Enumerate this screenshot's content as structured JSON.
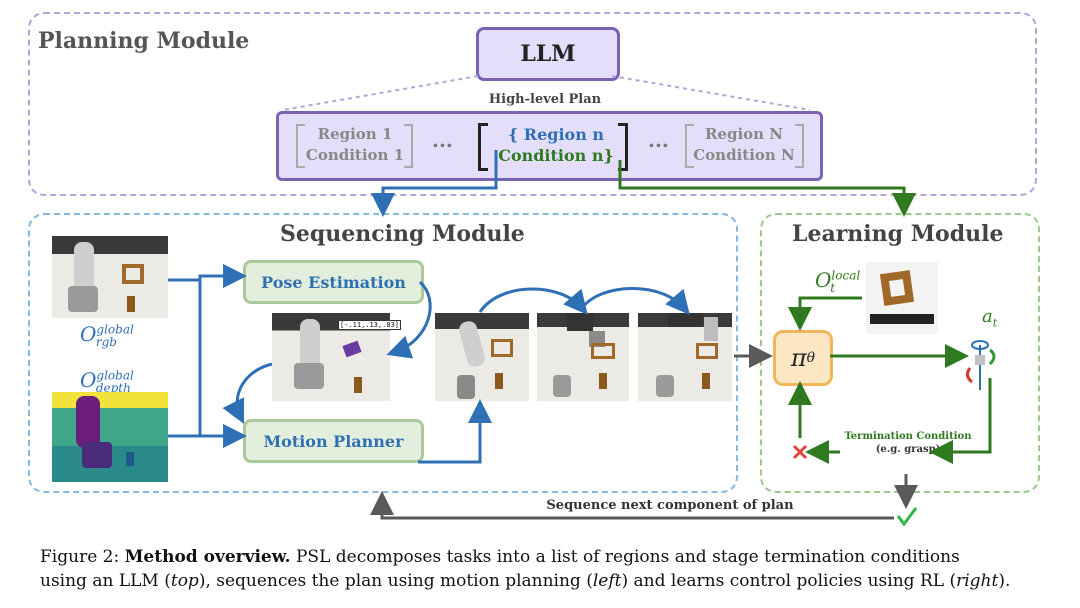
{
  "planning": {
    "title": "Planning Module",
    "llm": "LLM",
    "plan_label": "High-level Plan",
    "region1": "Region 1",
    "condition1": "Condition 1",
    "regionn": "Region n",
    "conditionn": "Condition n",
    "regionN": "Region N",
    "conditionN": "Condition N",
    "ellipsis": "..."
  },
  "sequencing": {
    "title": "Sequencing Module",
    "pose_estimation": "Pose Estimation",
    "motion_planner": "Motion Planner",
    "o_base": "O",
    "o_rgb_sup": "global",
    "o_rgb_sub": "rgb",
    "o_depth_sup": "global",
    "o_depth_sub": "depth",
    "pose_tag": "[-.11,.13,.83]"
  },
  "learning": {
    "title": "Learning Module",
    "o_local_sup": "local",
    "o_local_sub": "t",
    "policy_pi": "π",
    "policy_sub": "θ",
    "action_a": "a",
    "action_sub": "t",
    "termination_title": "Termination Condition",
    "termination_example": "(e.g. grasp)"
  },
  "sequence_next": "Sequence next component of plan",
  "caption": {
    "prefix": "Figure 2: ",
    "bold": "Method overview.",
    "line1_rest": " PSL decomposes tasks into a list of regions and stage termination conditions",
    "line2_a": "using an LLM (",
    "top": "top",
    "line2_b": "), sequences the plan using motion planning (",
    "left": "left",
    "line2_c": ") and learns control policies using RL (",
    "right": "right",
    "line2_d": ")."
  },
  "colors": {
    "purple": "#9b8cc9",
    "purple_fill": "#e4defa",
    "blue": "#2e6fb5",
    "green_box": "#a8c99a",
    "green_fill": "#e3efdc",
    "green_text": "#2f7a1e",
    "orange": "#f2b65a",
    "orange_fill": "#fde6c4",
    "gray": "#5a5a5a"
  }
}
